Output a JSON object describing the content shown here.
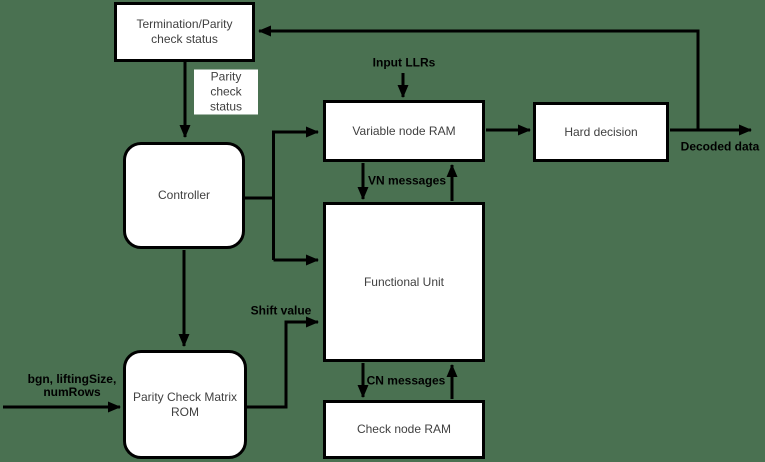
{
  "colors": {
    "background": "#4A7151",
    "box_fill": "#ffffff",
    "stroke": "#000000",
    "node_text": "#404040",
    "edge_label_text": "#000000"
  },
  "nodes": {
    "termination": {
      "label": "Termination/Parity check status"
    },
    "controller": {
      "label": "Controller"
    },
    "variable_node_ram": {
      "label": "Variable node RAM"
    },
    "hard_decision": {
      "label": "Hard decision"
    },
    "functional_unit": {
      "label": "Functional Unit"
    },
    "check_node_ram": {
      "label": "Check node RAM"
    },
    "parity_rom": {
      "label": "Parity Check Matrix ROM"
    }
  },
  "edge_labels": {
    "parity_check_status": "Parity check status",
    "input_llrs": "Input LLRs",
    "vn_messages": "VN messages",
    "cn_messages": "CN messages",
    "decoded_data": "Decoded data",
    "shift_value": "Shift value",
    "config_inputs": "bgn, liftingSize, numRows"
  }
}
